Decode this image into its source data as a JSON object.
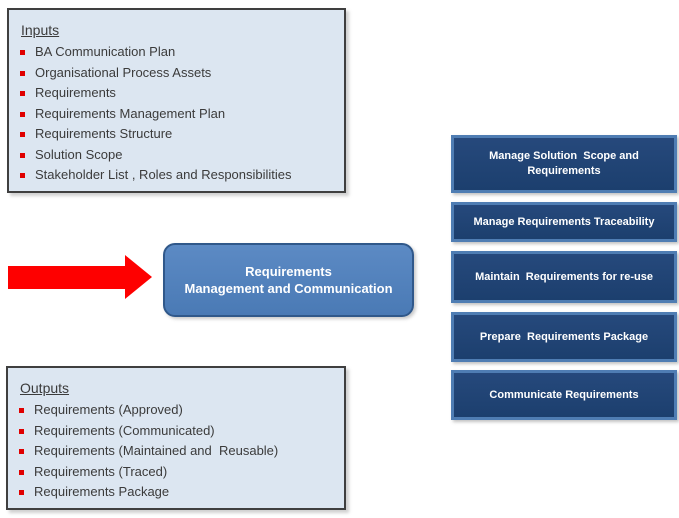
{
  "diagram": {
    "inputs_panel": {
      "title": "Inputs",
      "items": [
        "BA Communication Plan",
        "Organisational Process Assets",
        "Requirements",
        "Requirements Management Plan",
        "Requirements Structure",
        "Solution Scope",
        "Stakeholder List , Roles and Responsibilities"
      ]
    },
    "outputs_panel": {
      "title": "Outputs",
      "items": [
        "Requirements (Approved)",
        "Requirements (Communicated)",
        "Requirements (Maintained and  Reusable)",
        "Requirements (Traced)",
        "Requirements Package"
      ]
    },
    "process_box": {
      "line1": "Requirements",
      "line2": "Management and Communication"
    },
    "tasks": [
      "Manage Solution  Scope and Requirements",
      "Manage Requirements Traceability",
      "Maintain  Requirements for re-use",
      "Prepare  Requirements Package",
      "Communicate Requirements"
    ],
    "colors": {
      "panel_fill": "#dce6f1",
      "panel_border": "#3f3f3f",
      "bullet_red": "#e00000",
      "arrow_red": "#fe0000",
      "process_fill": "#4f81bd",
      "process_border": "#30588a",
      "task_fill": "#1f4679",
      "task_border": "#4f7db3",
      "text_dark": "#3b3b3b",
      "text_light": "#ffffff"
    }
  }
}
